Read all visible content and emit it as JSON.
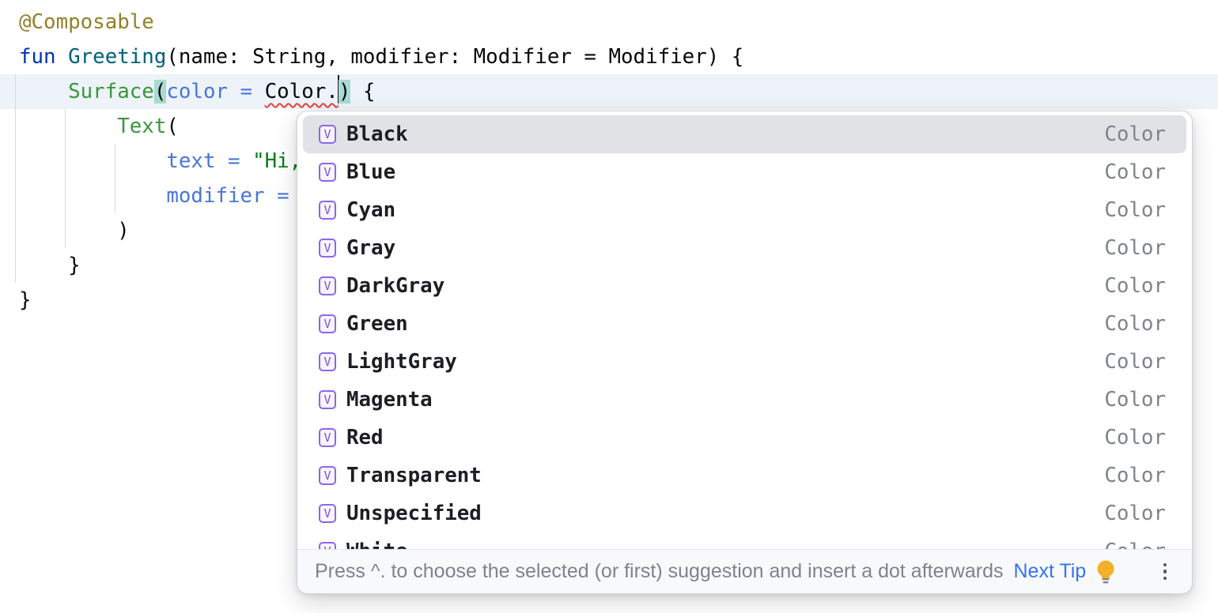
{
  "editor": {
    "lines": [
      {
        "tokens": [
          {
            "text": "@Composable",
            "type": "annotation"
          }
        ]
      },
      {
        "tokens": [
          {
            "text": "fun",
            "type": "keyword"
          },
          {
            "text": " ",
            "type": "plain"
          },
          {
            "text": "Greeting",
            "type": "fndecl"
          },
          {
            "text": "(name: String, modifier: Modifier = Modifier) {",
            "type": "plain"
          }
        ]
      },
      {
        "tokens": [
          {
            "text": "    ",
            "type": "plain"
          },
          {
            "text": "Surface",
            "type": "composable"
          },
          {
            "text": "(",
            "type": "paren"
          },
          {
            "text": "color = ",
            "type": "named"
          },
          {
            "text": "Color.",
            "type": "error"
          },
          {
            "text": "",
            "type": "caret"
          },
          {
            "text": ")",
            "type": "paren"
          },
          {
            "text": " {",
            "type": "plain"
          }
        ]
      },
      {
        "tokens": [
          {
            "text": "        ",
            "type": "plain"
          },
          {
            "text": "Text",
            "type": "composable"
          },
          {
            "text": "(",
            "type": "plain"
          }
        ]
      },
      {
        "tokens": [
          {
            "text": "            ",
            "type": "plain"
          },
          {
            "text": "text = ",
            "type": "named"
          },
          {
            "text": "\"Hi,",
            "type": "string"
          }
        ]
      },
      {
        "tokens": [
          {
            "text": "            ",
            "type": "plain"
          },
          {
            "text": "modifier = ",
            "type": "named"
          }
        ]
      },
      {
        "tokens": [
          {
            "text": "        )",
            "type": "plain"
          }
        ]
      },
      {
        "tokens": [
          {
            "text": "    }",
            "type": "plain"
          }
        ]
      },
      {
        "tokens": [
          {
            "text": "}",
            "type": "plain"
          }
        ]
      }
    ]
  },
  "popup": {
    "icon_letter": "V",
    "items": [
      {
        "label": "Black",
        "type": "Color",
        "selected": true
      },
      {
        "label": "Blue",
        "type": "Color",
        "selected": false
      },
      {
        "label": "Cyan",
        "type": "Color",
        "selected": false
      },
      {
        "label": "Gray",
        "type": "Color",
        "selected": false
      },
      {
        "label": "DarkGray",
        "type": "Color",
        "selected": false
      },
      {
        "label": "Green",
        "type": "Color",
        "selected": false
      },
      {
        "label": "LightGray",
        "type": "Color",
        "selected": false
      },
      {
        "label": "Magenta",
        "type": "Color",
        "selected": false
      },
      {
        "label": "Red",
        "type": "Color",
        "selected": false
      },
      {
        "label": "Transparent",
        "type": "Color",
        "selected": false
      },
      {
        "label": "Unspecified",
        "type": "Color",
        "selected": false
      },
      {
        "label": "White",
        "type": "Color",
        "selected": false
      }
    ],
    "hint": {
      "text": "Press ^. to choose the selected (or first) suggestion and insert a dot afterwards",
      "action": "Next Tip"
    }
  },
  "colors": {
    "keyword": "#0033B3",
    "annotation": "#94802A",
    "function_decl": "#00627A",
    "composable_call": "#3C963C",
    "named_argument": "#4876D6",
    "string": "#067D17",
    "error_squiggle": "#E5453E",
    "current_line": "#EDF3F9",
    "paren_match": "#A8DAD2",
    "selection": "#E0E2E6",
    "icon_border": "#8E66E6",
    "icon_letter": "#7B4FE0",
    "type_label": "#7E838C",
    "next_tip": "#3574F0"
  }
}
